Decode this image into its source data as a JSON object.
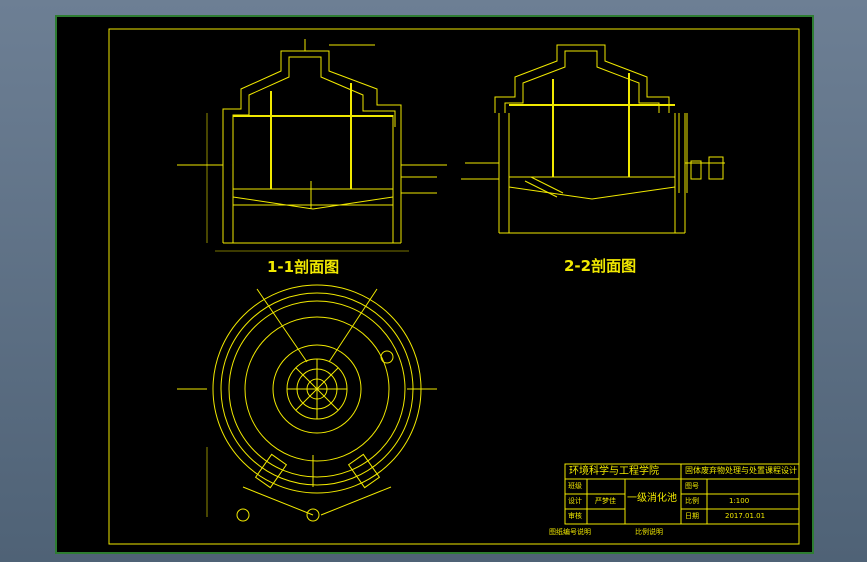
{
  "drawing": {
    "section_1_title": "1-1剖面图",
    "section_2_title": "2-2剖面图",
    "title_block": {
      "school": "环境科学与工程学院",
      "project": "固体废弃物处理与处置课程设计",
      "drawing_name": "一级消化池",
      "row_labels": [
        "班级",
        "设计",
        "审核"
      ],
      "designer_value": "严梦佳",
      "right_labels": [
        "图号",
        "比例",
        "日期"
      ],
      "scale_value": "1:100",
      "date_value": "2017.01.01"
    },
    "footer_left": "图纸编号说明",
    "footer_mid": "比例说明"
  },
  "colors": {
    "frame": "#2e7d32",
    "line": "#f1e900",
    "bg": "#000000"
  }
}
